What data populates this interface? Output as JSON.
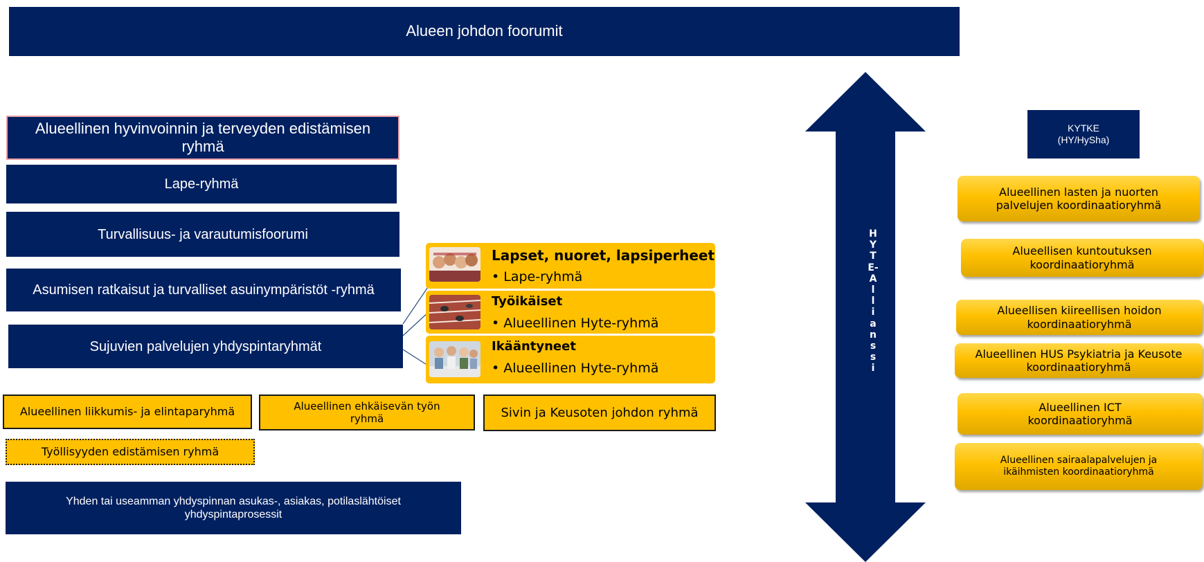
{
  "header": {
    "title": "Alueen johdon foorumit"
  },
  "left_groups": {
    "hyte": "Alueellinen hyvinvoinnin ja terveyden edistämisen ryhmä",
    "lape": "Lape-ryhmä",
    "turvallisuus": "Turvallisuus- ja varautumisfoorumi",
    "asuminen": "Asumisen ratkaisut ja turvalliset asuinympäristöt -ryhmä",
    "sujuvien": "Sujuvien palvelujen yhdyspintaryhmät"
  },
  "segments": [
    {
      "title": "Lapset, nuoret, lapsiperheet",
      "bullet": "• Lape-ryhmä"
    },
    {
      "title": "Työikäiset",
      "bullet": "• Alueellinen Hyte-ryhmä"
    },
    {
      "title": "Ikääntyneet",
      "bullet": "• Alueellinen Hyte-ryhmä"
    }
  ],
  "bottom_groups": {
    "liikkumis": "Alueellinen liikkumis- ja elintaparyhmä",
    "ehkaisevan": "Alueellinen ehkäisevän työn ryhmä",
    "sivin": "Sivin ja Keusoten johdon ryhmä",
    "tyollisyys": "Työllisyyden edistämisen ryhmä",
    "yhden": "Yhden tai useamman yhdyspinnan asukas-, asiakas, potilaslähtöiset yhdyspintaprosessit"
  },
  "alliance": {
    "letters": [
      "H",
      "Y",
      "T",
      "E-",
      "A",
      "l",
      "l",
      "i",
      "a",
      "n",
      "s",
      "s",
      "i"
    ]
  },
  "kytke": {
    "label": "KYTKE",
    "sub": "(HY/HySha)"
  },
  "coordination": [
    "Alueellinen lasten ja nuorten palvelujen koordinaatioryhmä",
    "Alueellisen kuntoutuksen koordinaatioryhmä",
    "Alueellisen kiireellisen hoidon koordinaatioryhmä",
    "Alueellinen HUS Psykiatria ja Keusote koordinaatioryhmä",
    "Alueellinen ICT koordinaatioryhmä",
    "Alueellinen sairaalapalvelujen ja ikäihmisten koordinaatioryhmä"
  ],
  "colors": {
    "navy": "#002060",
    "yellow": "#ffc000",
    "pink_border": "#e8a0a8"
  },
  "icons": [
    "children-photo-icon",
    "running-track-photo-icon",
    "elderly-group-photo-icon"
  ]
}
